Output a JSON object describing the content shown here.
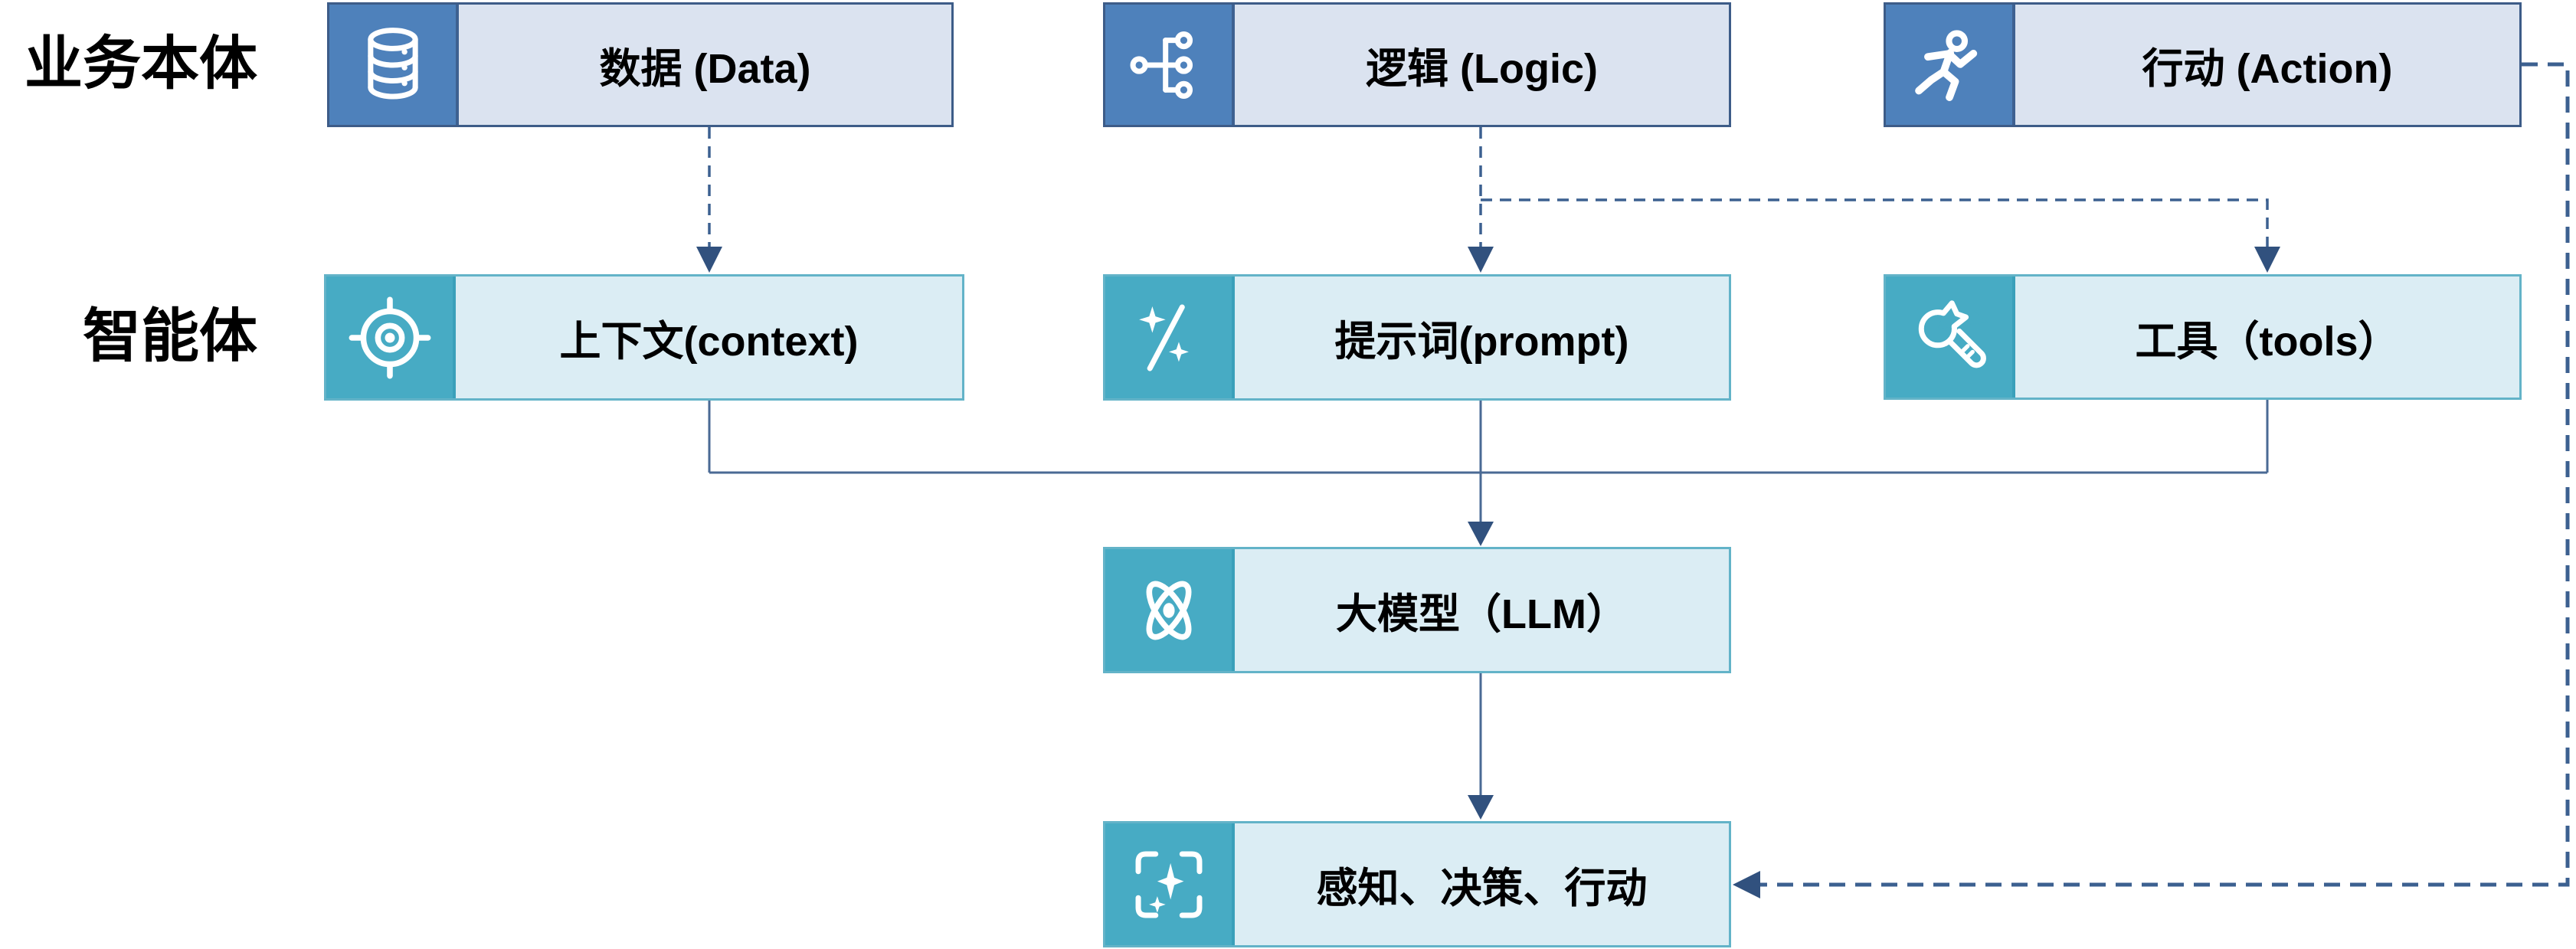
{
  "colors": {
    "background": "#FFFFFF",
    "business_icon_bg": "#4E81BB",
    "business_body_bg": "#DBE3F0",
    "business_border": "#3D5C88",
    "agent_icon_bg": "#47ABC4",
    "agent_body_bg": "#DBEDF4",
    "agent_border": "#63B3C8",
    "connector_solid": "#4A6A94",
    "connector_dashed": "#3C6090",
    "arrowhead": "#31517E",
    "text": "#000000"
  },
  "row_labels": {
    "business": "业务本体",
    "agent": "智能体"
  },
  "boxes": {
    "data": {
      "label": "数据 (Data)",
      "icon": "database-icon"
    },
    "logic": {
      "label": "逻辑 (Logic)",
      "icon": "hierarchy-icon"
    },
    "action": {
      "label": "行动 (Action)",
      "icon": "runner-icon"
    },
    "context": {
      "label": "上下文(context)",
      "icon": "target-icon"
    },
    "prompt": {
      "label": "提示词(prompt)",
      "icon": "wand-sparkles-icon"
    },
    "tools": {
      "label": "工具（tools）",
      "icon": "wrench-icon"
    },
    "llm": {
      "label": "大模型（LLM）",
      "icon": "atom-icon"
    },
    "outcome": {
      "label": "感知、决策、行动",
      "icon": "sparkle-frame-icon"
    }
  }
}
